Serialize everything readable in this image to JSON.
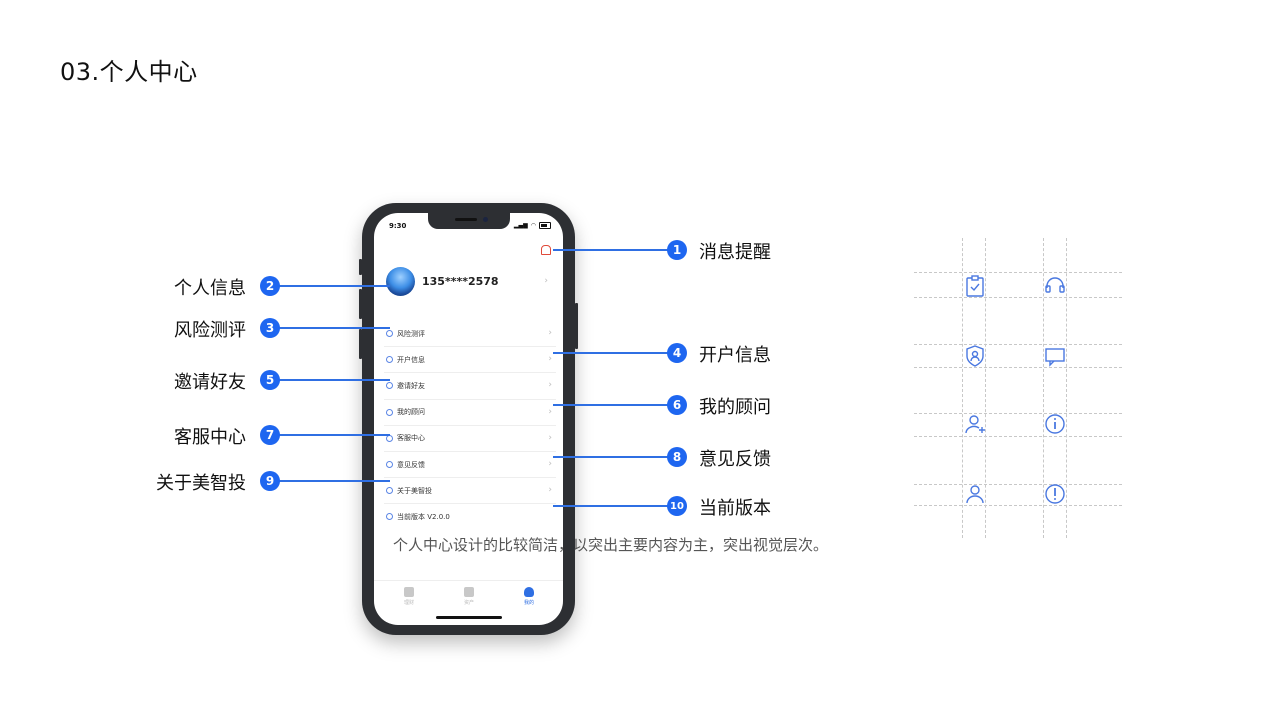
{
  "page": {
    "title": "03.个人中心"
  },
  "caption": "个人中心设计的比较简洁，以突出主要内容为主，突出视觉层次。",
  "phone": {
    "status_time": "9:30",
    "profile_phone": "135****2578",
    "menu": [
      {
        "label": "风险测评"
      },
      {
        "label": "开户信息"
      },
      {
        "label": "邀请好友"
      },
      {
        "label": "我的顾问"
      },
      {
        "label": "客服中心"
      },
      {
        "label": "意见反馈"
      },
      {
        "label": "关于美智投"
      },
      {
        "label": "当前版本 V2.0.0"
      }
    ],
    "tabs": [
      {
        "label": "理财"
      },
      {
        "label": "资产"
      },
      {
        "label": "我的"
      }
    ]
  },
  "callouts": [
    {
      "num": "1",
      "label": "消息提醒"
    },
    {
      "num": "2",
      "label": "个人信息"
    },
    {
      "num": "3",
      "label": "风险测评"
    },
    {
      "num": "4",
      "label": "开户信息"
    },
    {
      "num": "5",
      "label": "邀请好友"
    },
    {
      "num": "6",
      "label": "我的顾问"
    },
    {
      "num": "7",
      "label": "客服中心"
    },
    {
      "num": "8",
      "label": "意见反馈"
    },
    {
      "num": "9",
      "label": "关于美智投"
    },
    {
      "num": "10",
      "label": "当前版本"
    }
  ],
  "icon_grid": [
    "clipboard-check-icon",
    "headset-icon",
    "shield-user-icon",
    "chat-icon",
    "user-add-icon",
    "info-icon",
    "user-icon",
    "alert-icon"
  ],
  "colors": {
    "accent": "#1e66f0",
    "notification": "#e04a3a"
  }
}
